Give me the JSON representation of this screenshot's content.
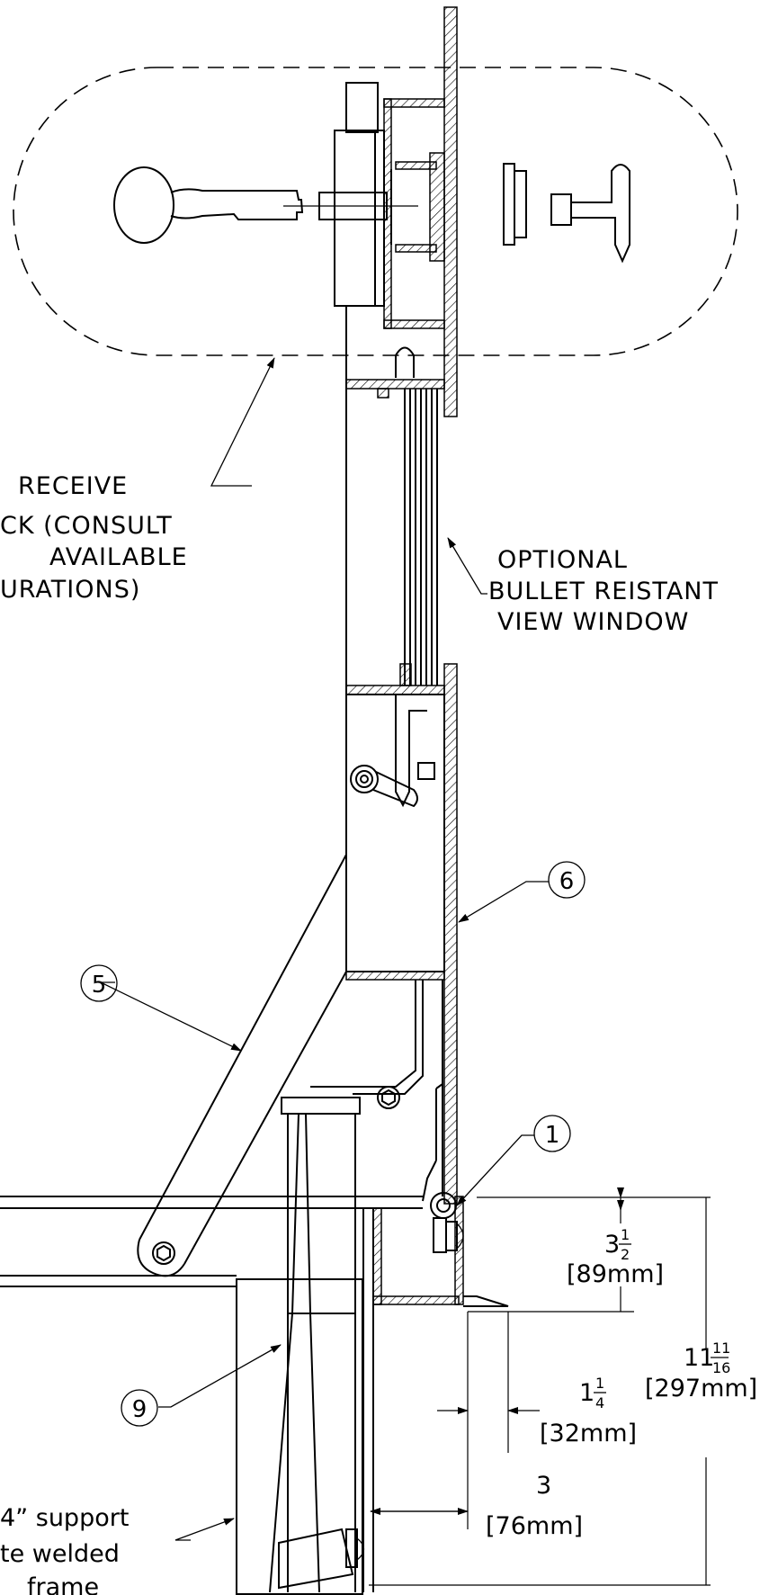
{
  "callouts": {
    "lock_note": [
      "RECEIVE",
      "CK (CONSULT",
      "AVAILABLE",
      "URATIONS)"
    ],
    "window_note": [
      "OPTIONAL",
      "BULLET REISTANT",
      "VIEW WINDOW"
    ],
    "support_note": [
      "4” support",
      "te welded",
      "frame"
    ]
  },
  "balloons": {
    "b6": "6",
    "b5": "5",
    "b1": "1",
    "b9": "9"
  },
  "dimensions": {
    "d1": {
      "whole": "3",
      "num": "1",
      "den": "2",
      "metric": "[89mm]"
    },
    "d2": {
      "whole": "11",
      "num": "11",
      "den": "16",
      "metric": "[297mm]"
    },
    "d3": {
      "whole": "1",
      "num": "1",
      "den": "4",
      "metric": "[32mm]"
    },
    "d4": {
      "whole": "3",
      "metric": "[76mm]"
    }
  }
}
